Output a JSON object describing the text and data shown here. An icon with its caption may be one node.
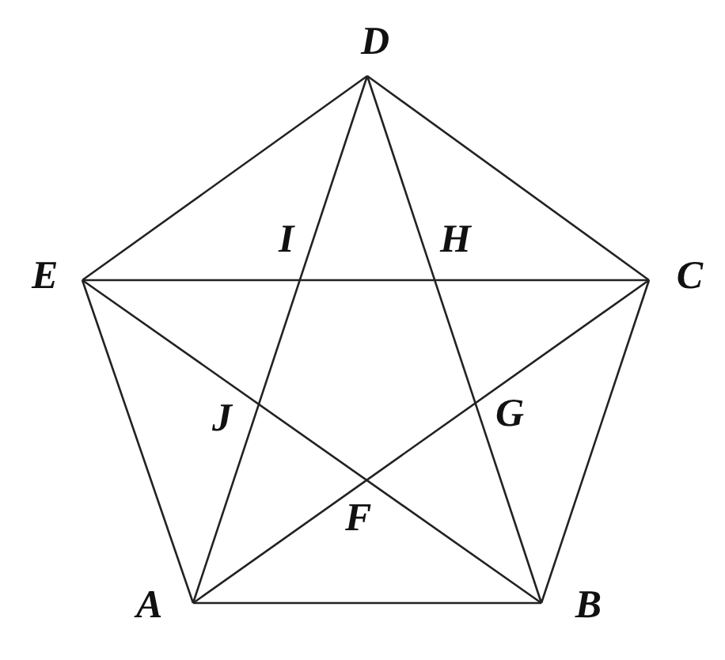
{
  "diagram": {
    "nodes": [
      {
        "text": [
          "A"
        ]
      },
      {
        "text": [
          "B"
        ]
      },
      {
        "text": [
          "C"
        ]
      },
      {
        "text": [
          "D"
        ]
      },
      {
        "text": [
          "E"
        ]
      }
    ],
    "edges": [
      {
        "from": 0,
        "to": 1,
        "arrow": "none"
      },
      {
        "from": 1,
        "to": 2,
        "arrow": "none"
      },
      {
        "from": 2,
        "to": 3,
        "arrow": "none"
      },
      {
        "from": 3,
        "to": 4,
        "arrow": "none"
      },
      {
        "from": 4,
        "to": 0,
        "arrow": "none"
      },
      {
        "from": 0,
        "to": 2,
        "arrow": "none"
      },
      {
        "from": 0,
        "to": 3,
        "arrow": "none"
      },
      {
        "from": 1,
        "to": 3,
        "arrow": "none"
      },
      {
        "from": 1,
        "to": 4,
        "arrow": "none"
      },
      {
        "from": 4,
        "to": 2,
        "arrow": "none"
      }
    ],
    "labels": [
      "I",
      "H",
      "J",
      "G",
      "F"
    ]
  }
}
